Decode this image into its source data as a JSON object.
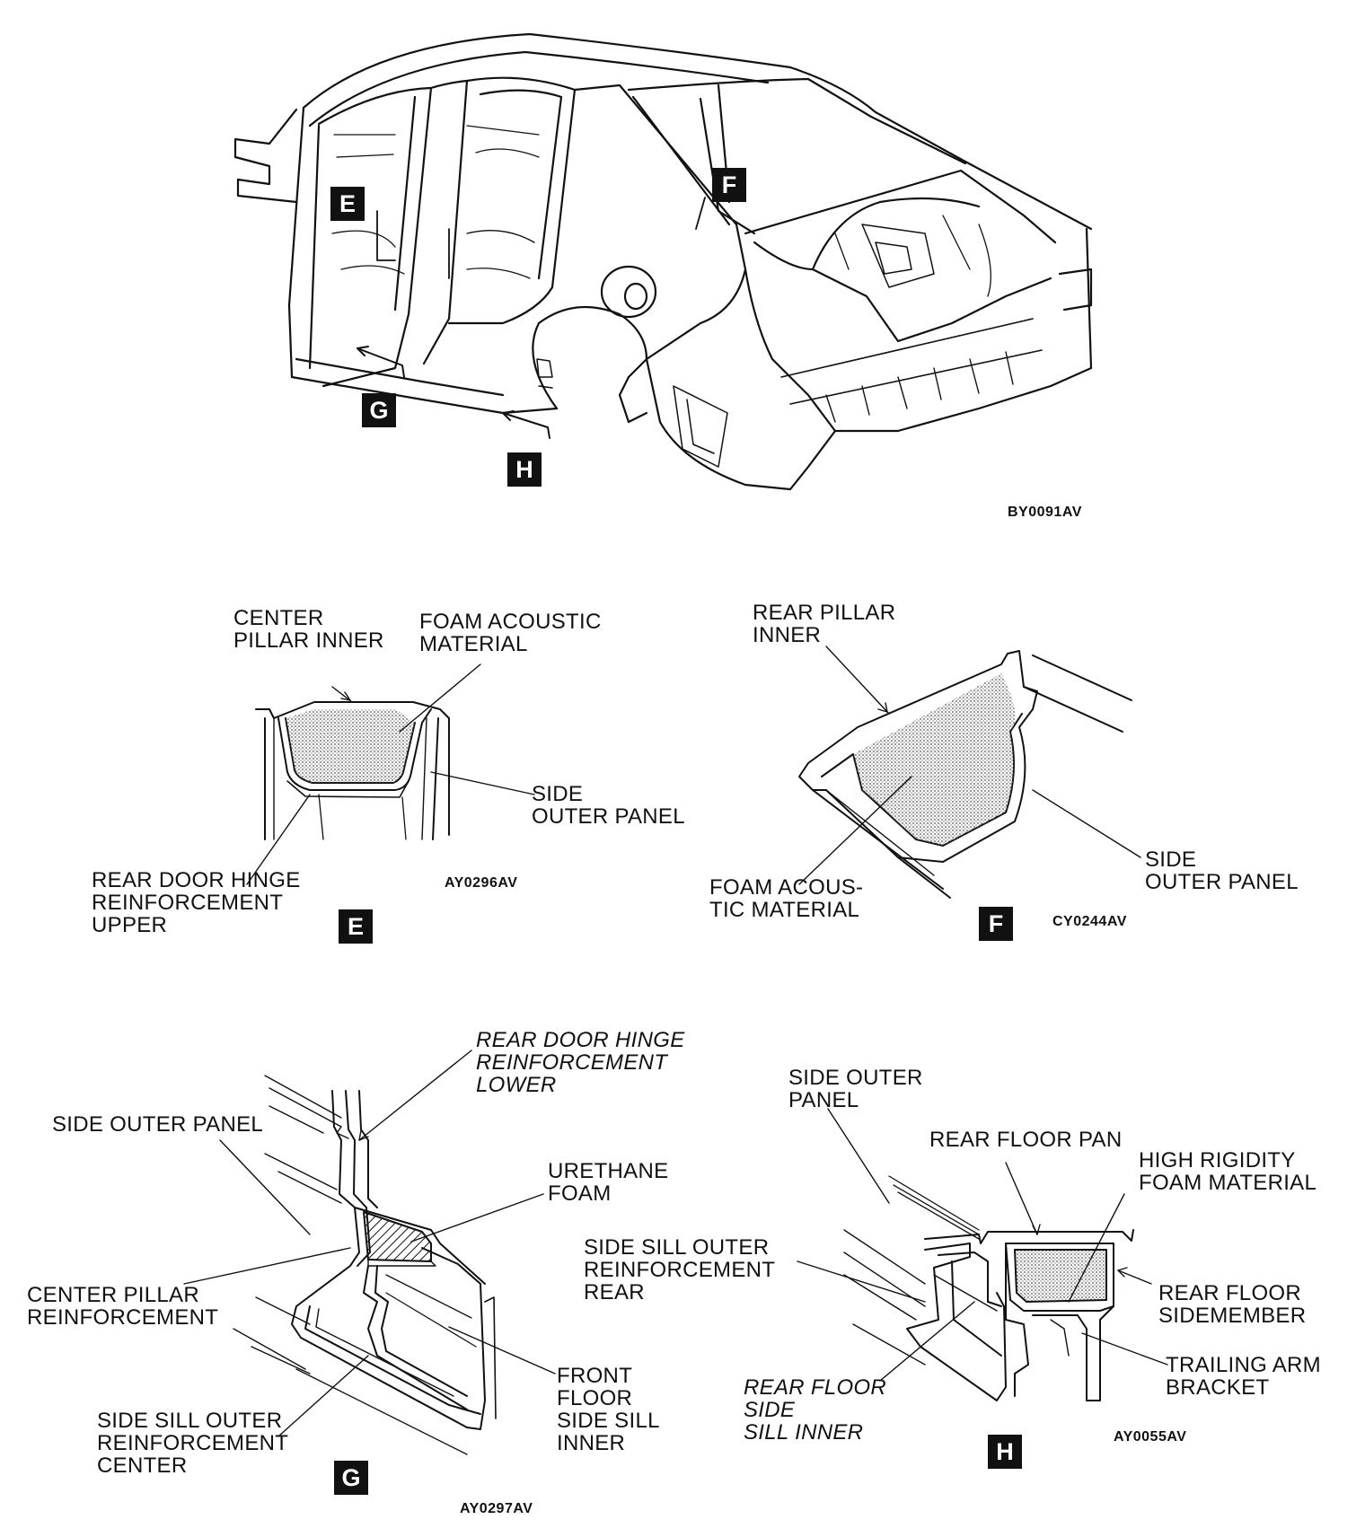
{
  "overview": {
    "code": "BY0091AV",
    "markers": {
      "e": "E",
      "f": "F",
      "g": "G",
      "h": "H"
    }
  },
  "detail_e": {
    "badge": "E",
    "code": "AY0296AV",
    "labels": {
      "center_pillar_inner": [
        "CENTER",
        "PILLAR INNER"
      ],
      "foam_acoustic": [
        "FOAM ACOUSTIC",
        "MATERIAL"
      ],
      "side_outer": [
        "SIDE",
        "OUTER PANEL"
      ],
      "rear_door_hinge": [
        "REAR DOOR HINGE",
        "REINFORCEMENT",
        "UPPER"
      ]
    }
  },
  "detail_f": {
    "badge": "F",
    "code": "CY0244AV",
    "labels": {
      "rear_pillar_inner": [
        "REAR PILLAR",
        "INNER"
      ],
      "foam_acoustic": [
        "FOAM ACOUS-",
        "TIC MATERIAL"
      ],
      "side_outer": [
        "SIDE",
        "OUTER PANEL"
      ]
    }
  },
  "detail_g": {
    "badge": "G",
    "code": "AY0297AV",
    "labels": {
      "rear_door_hinge_lower": [
        "REAR DOOR HINGE",
        "REINFORCEMENT",
        "LOWER"
      ],
      "side_outer": [
        "SIDE OUTER PANEL"
      ],
      "urethane": [
        "URETHANE",
        "FOAM"
      ],
      "center_pillar_reinf": [
        "CENTER PILLAR",
        "REINFORCEMENT"
      ],
      "front_floor_sill": [
        "FRONT",
        "FLOOR",
        "SIDE SILL",
        "INNER"
      ],
      "side_sill_outer_center": [
        "SIDE SILL OUTER",
        "REINFORCEMENT",
        "CENTER"
      ]
    }
  },
  "detail_h": {
    "badge": "H",
    "code": "AY0055AV",
    "labels": {
      "side_outer": [
        "SIDE OUTER",
        "PANEL"
      ],
      "rear_floor_pan": [
        "REAR FLOOR PAN"
      ],
      "high_rigidity": [
        "HIGH RIGIDITY",
        "FOAM MATERIAL"
      ],
      "side_sill_outer_rear": [
        "SIDE SILL OUTER",
        "REINFORCEMENT",
        "REAR"
      ],
      "rear_floor_sidemember": [
        "REAR FLOOR",
        "SIDEMEMBER"
      ],
      "trailing_arm": [
        "TRAILING ARM",
        "BRACKET"
      ],
      "rear_floor_side_sill": [
        "REAR FLOOR",
        "SIDE",
        "SILL INNER"
      ]
    }
  }
}
